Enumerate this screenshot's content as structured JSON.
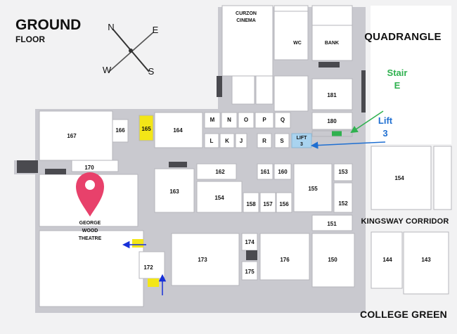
{
  "title": {
    "line1": "GROUND",
    "line2": "FLOOR"
  },
  "compass": {
    "n": "N",
    "e": "E",
    "s": "S",
    "w": "W"
  },
  "areas": {
    "quadrangle": "QUADRANGLE",
    "kingsway": "KINGSWAY CORRIDOR",
    "college_green": "COLLEGE GREEN"
  },
  "buildings": {
    "cinema_line1": "CURZON",
    "cinema_line2": "CINEMA",
    "wc": "WC",
    "bank": "BANK",
    "theatre_line1": "GEORGE",
    "theatre_line2": "WOOD",
    "theatre_line3": "THEATRE"
  },
  "rooms": {
    "r167": "167",
    "r166": "166",
    "r165": "165",
    "r164": "164",
    "r170": "170",
    "rM": "M",
    "rN": "N",
    "rO": "O",
    "rP": "P",
    "rQ": "Q",
    "rL": "L",
    "rK": "K",
    "rJ": "J",
    "rR": "R",
    "rS": "S",
    "r181": "181",
    "r180": "180",
    "r162": "162",
    "r161": "161",
    "r160": "160",
    "r153": "153",
    "r163": "163",
    "r154a": "154",
    "r154b": "154",
    "r155": "155",
    "r158": "158",
    "r157": "157",
    "r156": "156",
    "r152": "152",
    "r151": "151",
    "r174": "174",
    "r173": "173",
    "r176": "176",
    "r175": "175",
    "r150": "150",
    "r144": "144",
    "r143": "143",
    "r172": "172"
  },
  "lift_label": {
    "line1": "LIFT",
    "line2": "3"
  },
  "annotations": {
    "stair_line1": "Stair",
    "stair_line2": "E",
    "lift_line1": "Lift",
    "lift_line2": "3"
  },
  "colors": {
    "stair_annotation": "#2fb14f",
    "lift_annotation": "#1f6fd1",
    "pin": "#e8416b",
    "highlight": "#f3e617",
    "arrow": "#1730d8",
    "lift_fill": "#a9d3ef"
  },
  "icons": [
    "location-pin-icon",
    "compass-icon",
    "arrow-icon"
  ]
}
